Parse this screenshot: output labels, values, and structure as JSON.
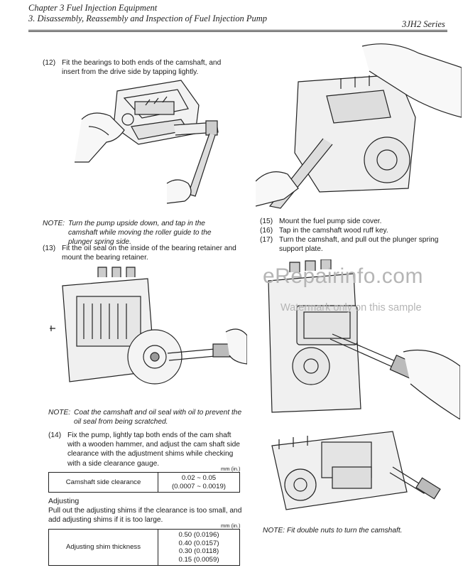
{
  "header": {
    "chapter": "Chapter 3 Fuel Injection Equipment",
    "section": "3. Disassembly, Reassembly and Inspection of Fuel Injection Pump",
    "series": "3JH2 Series"
  },
  "left": {
    "step12_num": "(12)",
    "step12_text": "Fit the bearings to both ends of the camshaft, and insert from the drive side by tapping lightly.",
    "note1_label": "NOTE:",
    "note1_text": "Turn the pump upside down, and tap in the camshaft while moving the roller guide to the plunger spring side.",
    "step13_num": "(13)",
    "step13_text": "Fit the oil seal on the inside of the bearing retainer and mount the bearing retainer.",
    "note2_label": "NOTE:",
    "note2_text": "Coat the camshaft and oil seal with oil to prevent the oil seal from being scratched.",
    "step14_num": "(14)",
    "step14_text": "Fix the pump, lightly tap both ends of the cam shaft with a wooden hammer, and adjust the cam shaft side clearance with the adjustment shims while checking with a side clearance gauge.",
    "table1_unit": "mm (in.)",
    "table1_label": "Camshaft side clearance",
    "table1_value_line1": "0.02 ~ 0.05",
    "table1_value_line2": "(0.0007 ~ 0.0019)",
    "adjusting_title": "Adjusting",
    "adjusting_text": "Pull out the adjusting shims if the clearance is too small, and add adjusting shims if it is too large.",
    "table2_unit": "mm (in.)",
    "table2_label": "Adjusting shim thickness",
    "table2_values": [
      "0.50 (0.0196)",
      "0.40 (0.0157)",
      "0.30 (0.0118)",
      "0.15 (0.0059)"
    ]
  },
  "right": {
    "step15_num": "(15)",
    "step15_text": "Mount the fuel pump side cover.",
    "step16_num": "(16)",
    "step16_text": "Tap in the camshaft wood ruff key.",
    "step17_num": "(17)",
    "step17_text": "Turn the camshaft, and pull out the plunger spring support plate.",
    "note3_label": "NOTE:",
    "note3_text": "Fit double nuts to turn the camshaft."
  },
  "watermark": {
    "site": "eRepairinfo.com",
    "sample": "Watermark only on this sample"
  }
}
